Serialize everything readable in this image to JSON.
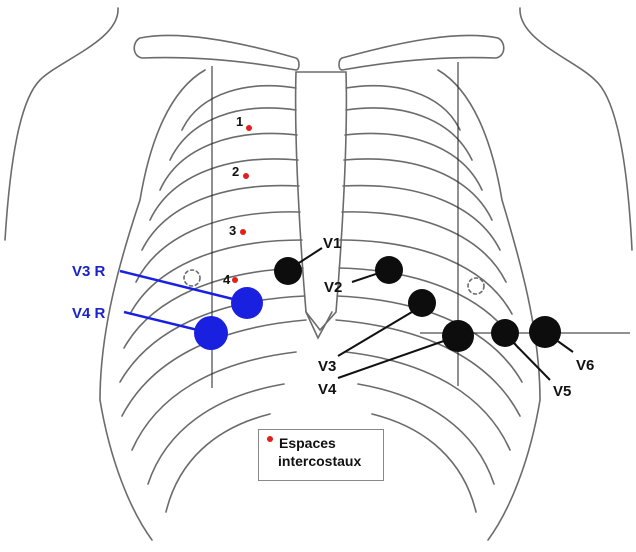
{
  "colors": {
    "outline": "#6b6b6b",
    "precordial_electrode": "#0d0d0d",
    "right_electrode": "#1a20e0",
    "intercostal_dot": "#e0201a"
  },
  "intercostal_labels": [
    "1",
    "2",
    "3",
    "4"
  ],
  "electrodes": {
    "V1": "V1",
    "V2": "V2",
    "V3": "V3",
    "V4": "V4",
    "V5": "V5",
    "V6": "V6",
    "V3R": "V3 R",
    "V4R": "V4 R"
  },
  "legend": {
    "line1": "Espaces",
    "line2": "intercostaux"
  }
}
